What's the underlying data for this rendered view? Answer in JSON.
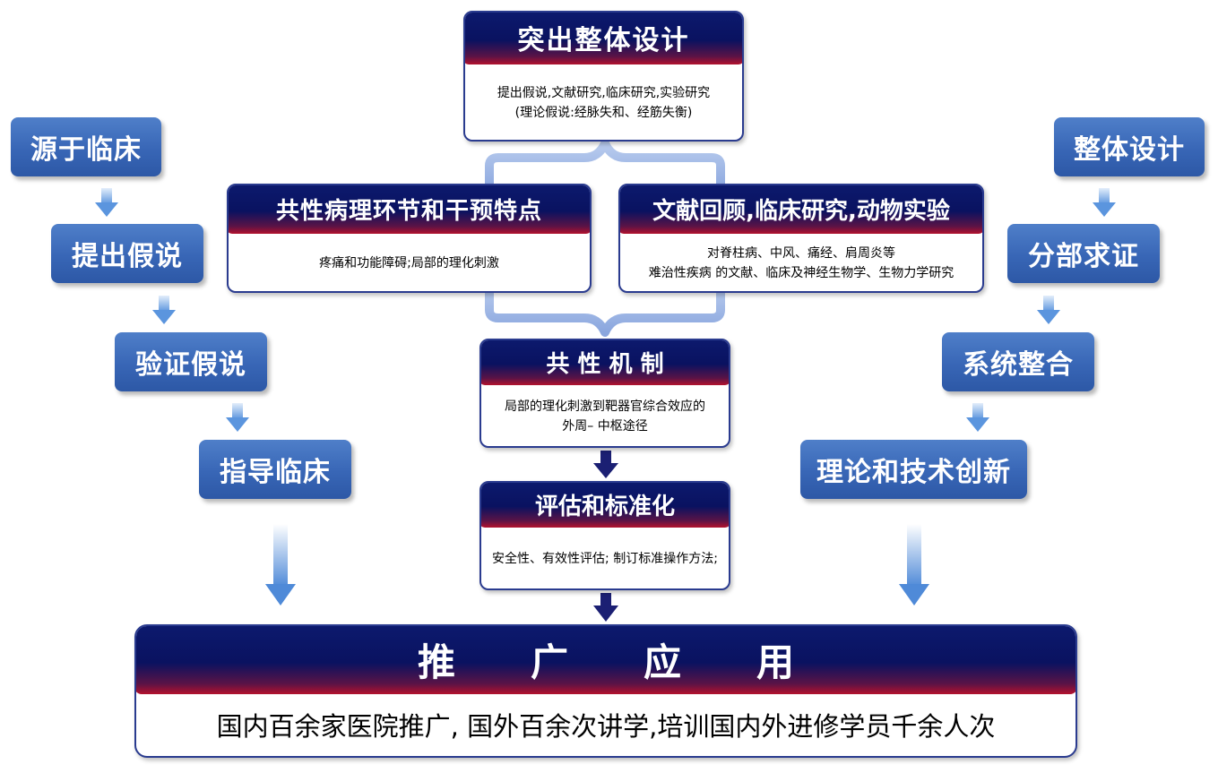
{
  "left_chain": [
    "源于临床",
    "提出假说",
    "验证假说",
    "指导临床"
  ],
  "right_chain": [
    "整体设计",
    "分部求证",
    "系统整合",
    "理论和技术创新"
  ],
  "top_box": {
    "title": "突出整体设计",
    "lines": [
      "提出假说,文献研究,临床研究,实验研究",
      "(理论假说:经脉失和、经筋失衡)"
    ]
  },
  "left_mid_box": {
    "title": "共性病理环节和干预特点",
    "lines": [
      "疼痛和功能障碍;局部的理化刺激"
    ]
  },
  "right_mid_box": {
    "title": "文献回顾,临床研究,动物实验",
    "lines": [
      "对脊柱病、中风、痛经、肩周炎等",
      "难治性疾病 的文献、临床及神经生物学、生物力学研究"
    ]
  },
  "mechanism_box": {
    "title": "共 性 机 制",
    "lines": [
      "局部的理化刺激到靶器官综合效应的",
      "外周– 中枢途径"
    ]
  },
  "eval_box": {
    "title": "评估和标准化",
    "lines": [
      "安全性、有效性评估; 制订标准操作方法;"
    ]
  },
  "bottom_box": {
    "title": "推　　广　　应　　用",
    "line": "国内百余家医院推广, 国外百余次讲学,培训国内外进修学员千余人次"
  },
  "colors": {
    "pill_blue": "#3866b6",
    "header_navy": "#0a1260",
    "header_red": "#b3122d",
    "arrow_light": "#a9c8ef",
    "arrow_dark": "#1b1f73"
  }
}
